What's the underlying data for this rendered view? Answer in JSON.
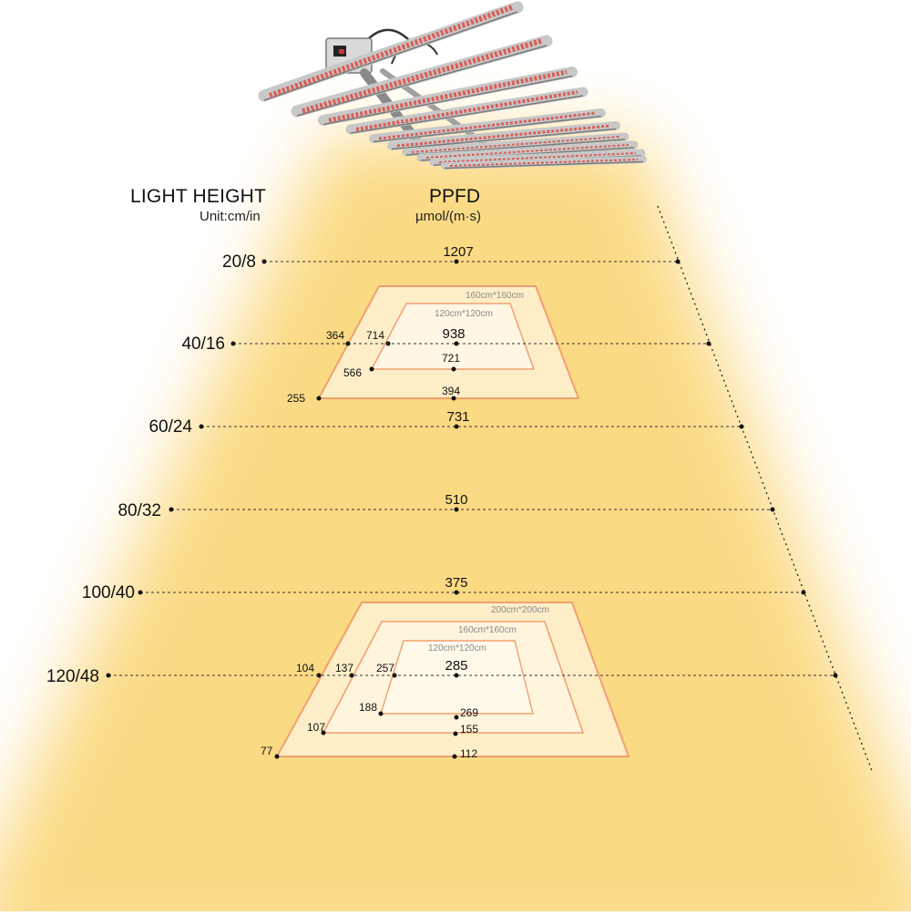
{
  "colors": {
    "glow": "#fbd77a",
    "frame_stroke": "#f0a070",
    "frame_fill": "#fff4df",
    "led_red": "#d8605a",
    "rail": "#9a9a9a",
    "text": "#111111"
  },
  "header": {
    "height_title": "LIGHT HEIGHT",
    "height_unit": "Unit:cm/in",
    "ppfd_title": "PPFD",
    "ppfd_unit": "µmol/(m·s)"
  },
  "levels": [
    {
      "height": "20/8",
      "center": "1207"
    },
    {
      "height": "40/16",
      "center": "938"
    },
    {
      "height": "60/24",
      "center": "731"
    },
    {
      "height": "80/32",
      "center": "510"
    },
    {
      "height": "100/40",
      "center": "375"
    },
    {
      "height": "120/48",
      "center": "285"
    }
  ],
  "grid_40": {
    "labels": {
      "outer": "160cm*160cm",
      "inner": "120cm*120cm"
    },
    "outer_edge_mid": "364",
    "inner_edge_mid": "714",
    "inner_corner": "566",
    "inner_front": "721",
    "outer_corner": "255",
    "outer_front": "394"
  },
  "grid_120": {
    "labels": {
      "outer": "200cm*200cm",
      "middle": "160cm*160cm",
      "inner": "120cm*120cm"
    },
    "outer_edge_mid": "104",
    "middle_edge_mid": "137",
    "inner_edge_mid": "257",
    "inner_corner": "188",
    "inner_front": "269",
    "middle_corner": "107",
    "middle_front": "155",
    "outer_corner": "77",
    "outer_front": "112"
  }
}
